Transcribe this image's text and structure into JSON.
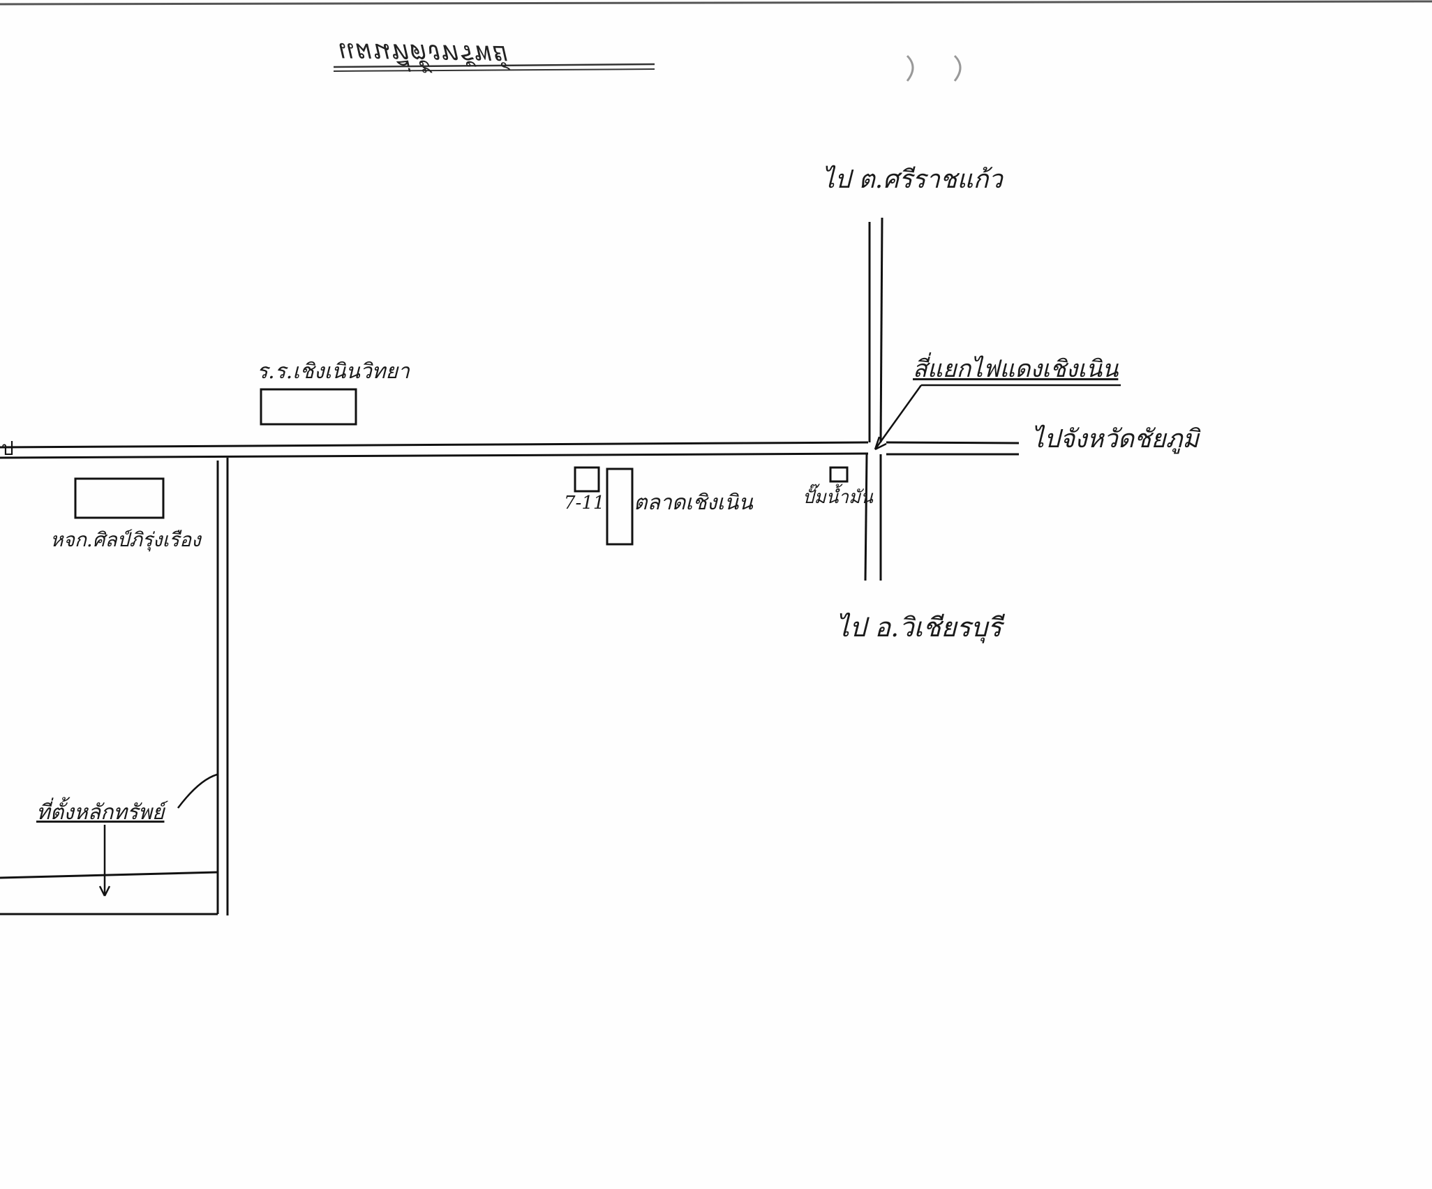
{
  "map": {
    "title": "แผนที่ตั้งทรัพย์",
    "labels": {
      "school": "ร.ร.เชิงเนินวิทยา",
      "department_store": "หจก.ศิลป์ภิรุ่งเรือง",
      "seven_eleven": "7-11",
      "market": "ตลาดเชิงเนิน",
      "gas_station": "ปั๊มน้ำมัน",
      "north_road": "ไป ต.ศรีราชแก้ว",
      "south_road": "ไป อ.วิเชียรบุรี",
      "east_road": "ไปจังหวัดชัยภูมิ",
      "traffic_signal": "สี่แยกไฟแดงเชิงเนิน",
      "property_site": "ที่ตั้งหลักทรัพย์"
    }
  }
}
